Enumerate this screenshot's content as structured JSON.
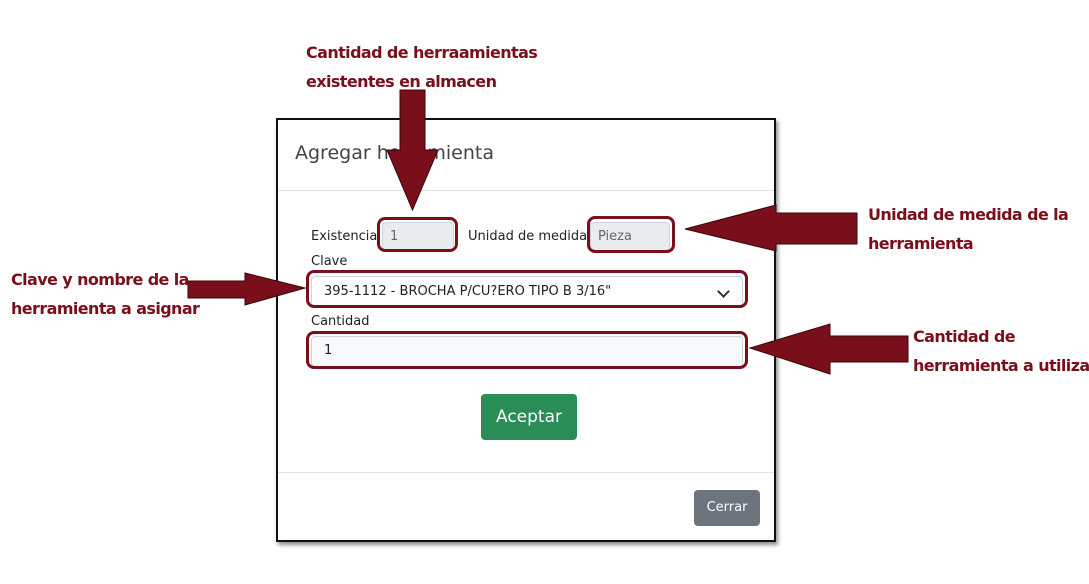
{
  "modal": {
    "title": "Agregar herramienta",
    "existencia_label": "Existencia",
    "existencia_value": "1",
    "unidad_label": "Unidad de medida:",
    "unidad_value": "Pieza",
    "clave_label": "Clave",
    "clave_selected": "395-1112 - BROCHA P/CU?ERO TIPO B 3/16\"",
    "cantidad_label": "Cantidad",
    "cantidad_value": "1",
    "accept_label": "Aceptar",
    "close_label": "Cerrar"
  },
  "annotations": {
    "existencia_line1": "Cantidad de herraamientas",
    "existencia_line2": "existentes en almacen",
    "unidad_line1": "Unidad de medida de la",
    "unidad_line2": "herramienta",
    "clave_line1": "Clave y nombre de la",
    "clave_line2": "herramienta a asignar",
    "cantidad_line1": "Cantidad de",
    "cantidad_line2": "herramienta a utilizar"
  },
  "colors": {
    "annotation": "#7a0f1c",
    "accept_button": "#2a8c57",
    "close_button": "#6c757d"
  }
}
